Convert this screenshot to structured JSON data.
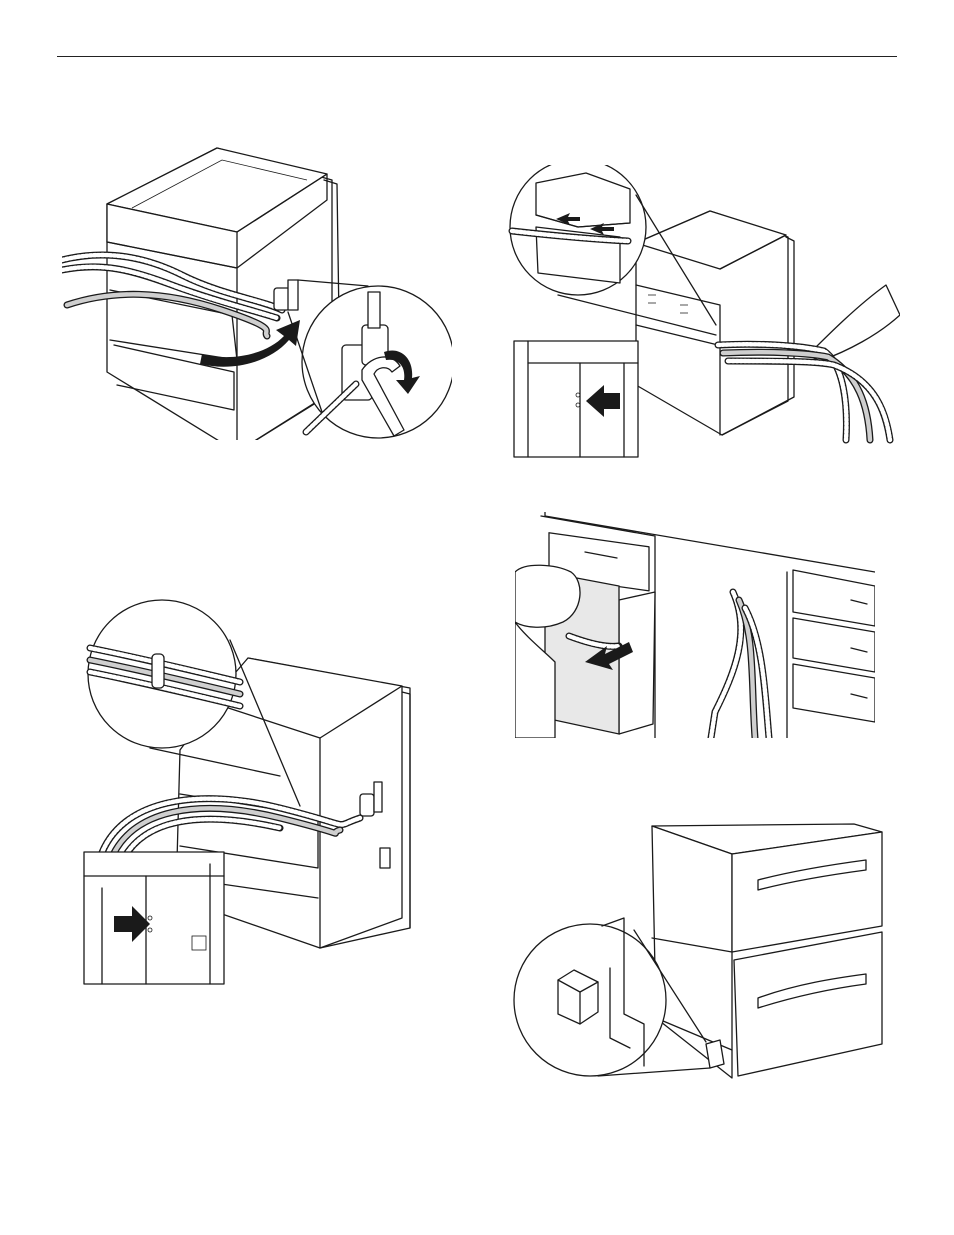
{
  "page": {
    "figures": [
      {
        "id": "fig-connect-water-line",
        "icons": [
          "wrench-icon",
          "curved-arrow-icon"
        ]
      },
      {
        "id": "fig-feed-hoses-through-cabinet",
        "icons": [
          "arrow-icon"
        ]
      },
      {
        "id": "fig-secure-hose-clips",
        "icons": [
          "arrow-icon"
        ]
      },
      {
        "id": "fig-pull-hoses-under-sink",
        "icons": [
          "curved-arrow-icon"
        ]
      },
      {
        "id": "fig-dishwasher-drawer-installed",
        "icons": []
      }
    ]
  }
}
